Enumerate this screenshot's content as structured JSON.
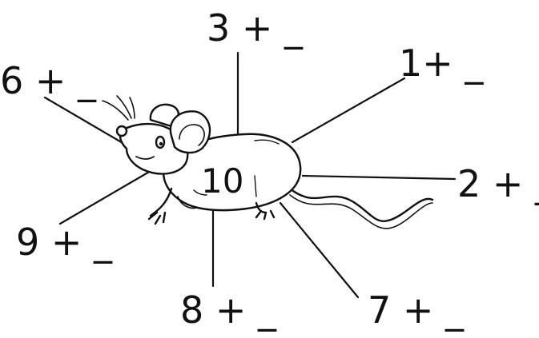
{
  "center_value": "10",
  "problems": {
    "p3": "3 + _",
    "p1": "1+ _",
    "p6": "6 + _",
    "p2": "2 + _",
    "p9": "9 + _",
    "p8": "8 + _",
    "p7": "7 + _"
  },
  "illustration": "mouse-icon",
  "colors": {
    "ink": "#111111",
    "background": "#ffffff"
  }
}
